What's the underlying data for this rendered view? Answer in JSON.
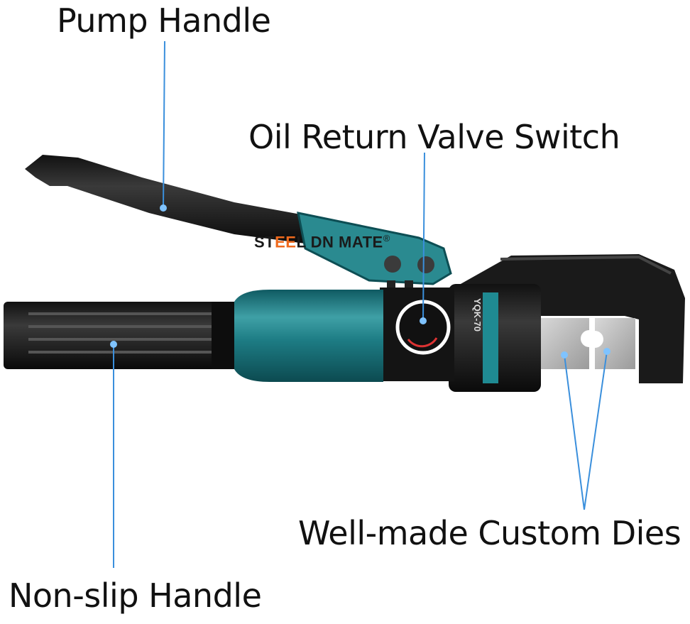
{
  "labels": {
    "pump_handle": "Pump Handle",
    "oil_return_valve_switch": "Oil Return Valve Switch",
    "custom_dies": "Well-made Custom Dies",
    "non_slip_handle": "Non-slip Handle"
  },
  "brand": {
    "prefix": "ST",
    "accent": "EE",
    "suffix": "L DN MATE",
    "registered": "®",
    "accent_color": "#ef6a1d"
  },
  "tool": {
    "model": "YQK-70",
    "body_color": "#1f7f86",
    "callout_color": "#3a8fdc"
  }
}
